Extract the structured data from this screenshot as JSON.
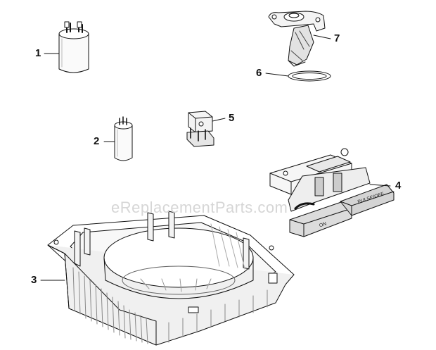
{
  "watermark": "eReplacementParts.com",
  "parts": [
    {
      "number": "1",
      "icon": "capacitor-large-icon"
    },
    {
      "number": "2",
      "icon": "capacitor-small-icon"
    },
    {
      "number": "3",
      "icon": "base-housing-icon"
    },
    {
      "number": "4",
      "icon": "switch-assembly-icon"
    },
    {
      "number": "5",
      "icon": "relay-icon"
    },
    {
      "number": "6",
      "icon": "gasket-icon"
    },
    {
      "number": "7",
      "icon": "coupler-bracket-icon"
    }
  ],
  "buttons": {
    "on": "ON",
    "pulse_off": "PULSE/OFF"
  }
}
